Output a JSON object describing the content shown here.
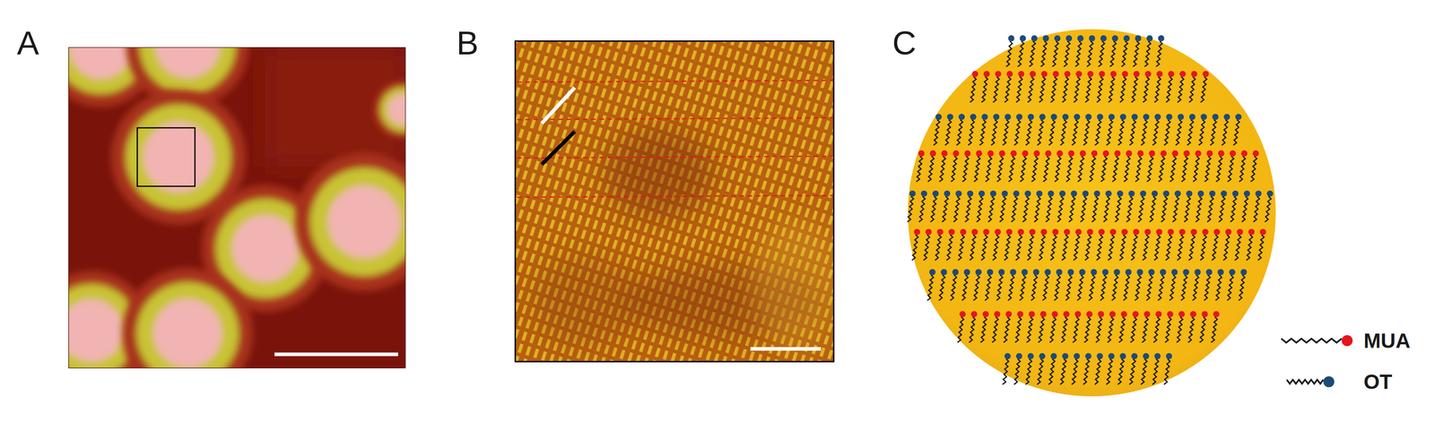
{
  "diagram": {
    "labels": [
      "A",
      "B",
      "C"
    ],
    "legend": [
      {
        "text": "MUA"
      },
      {
        "text": "OT"
      }
    ]
  }
}
